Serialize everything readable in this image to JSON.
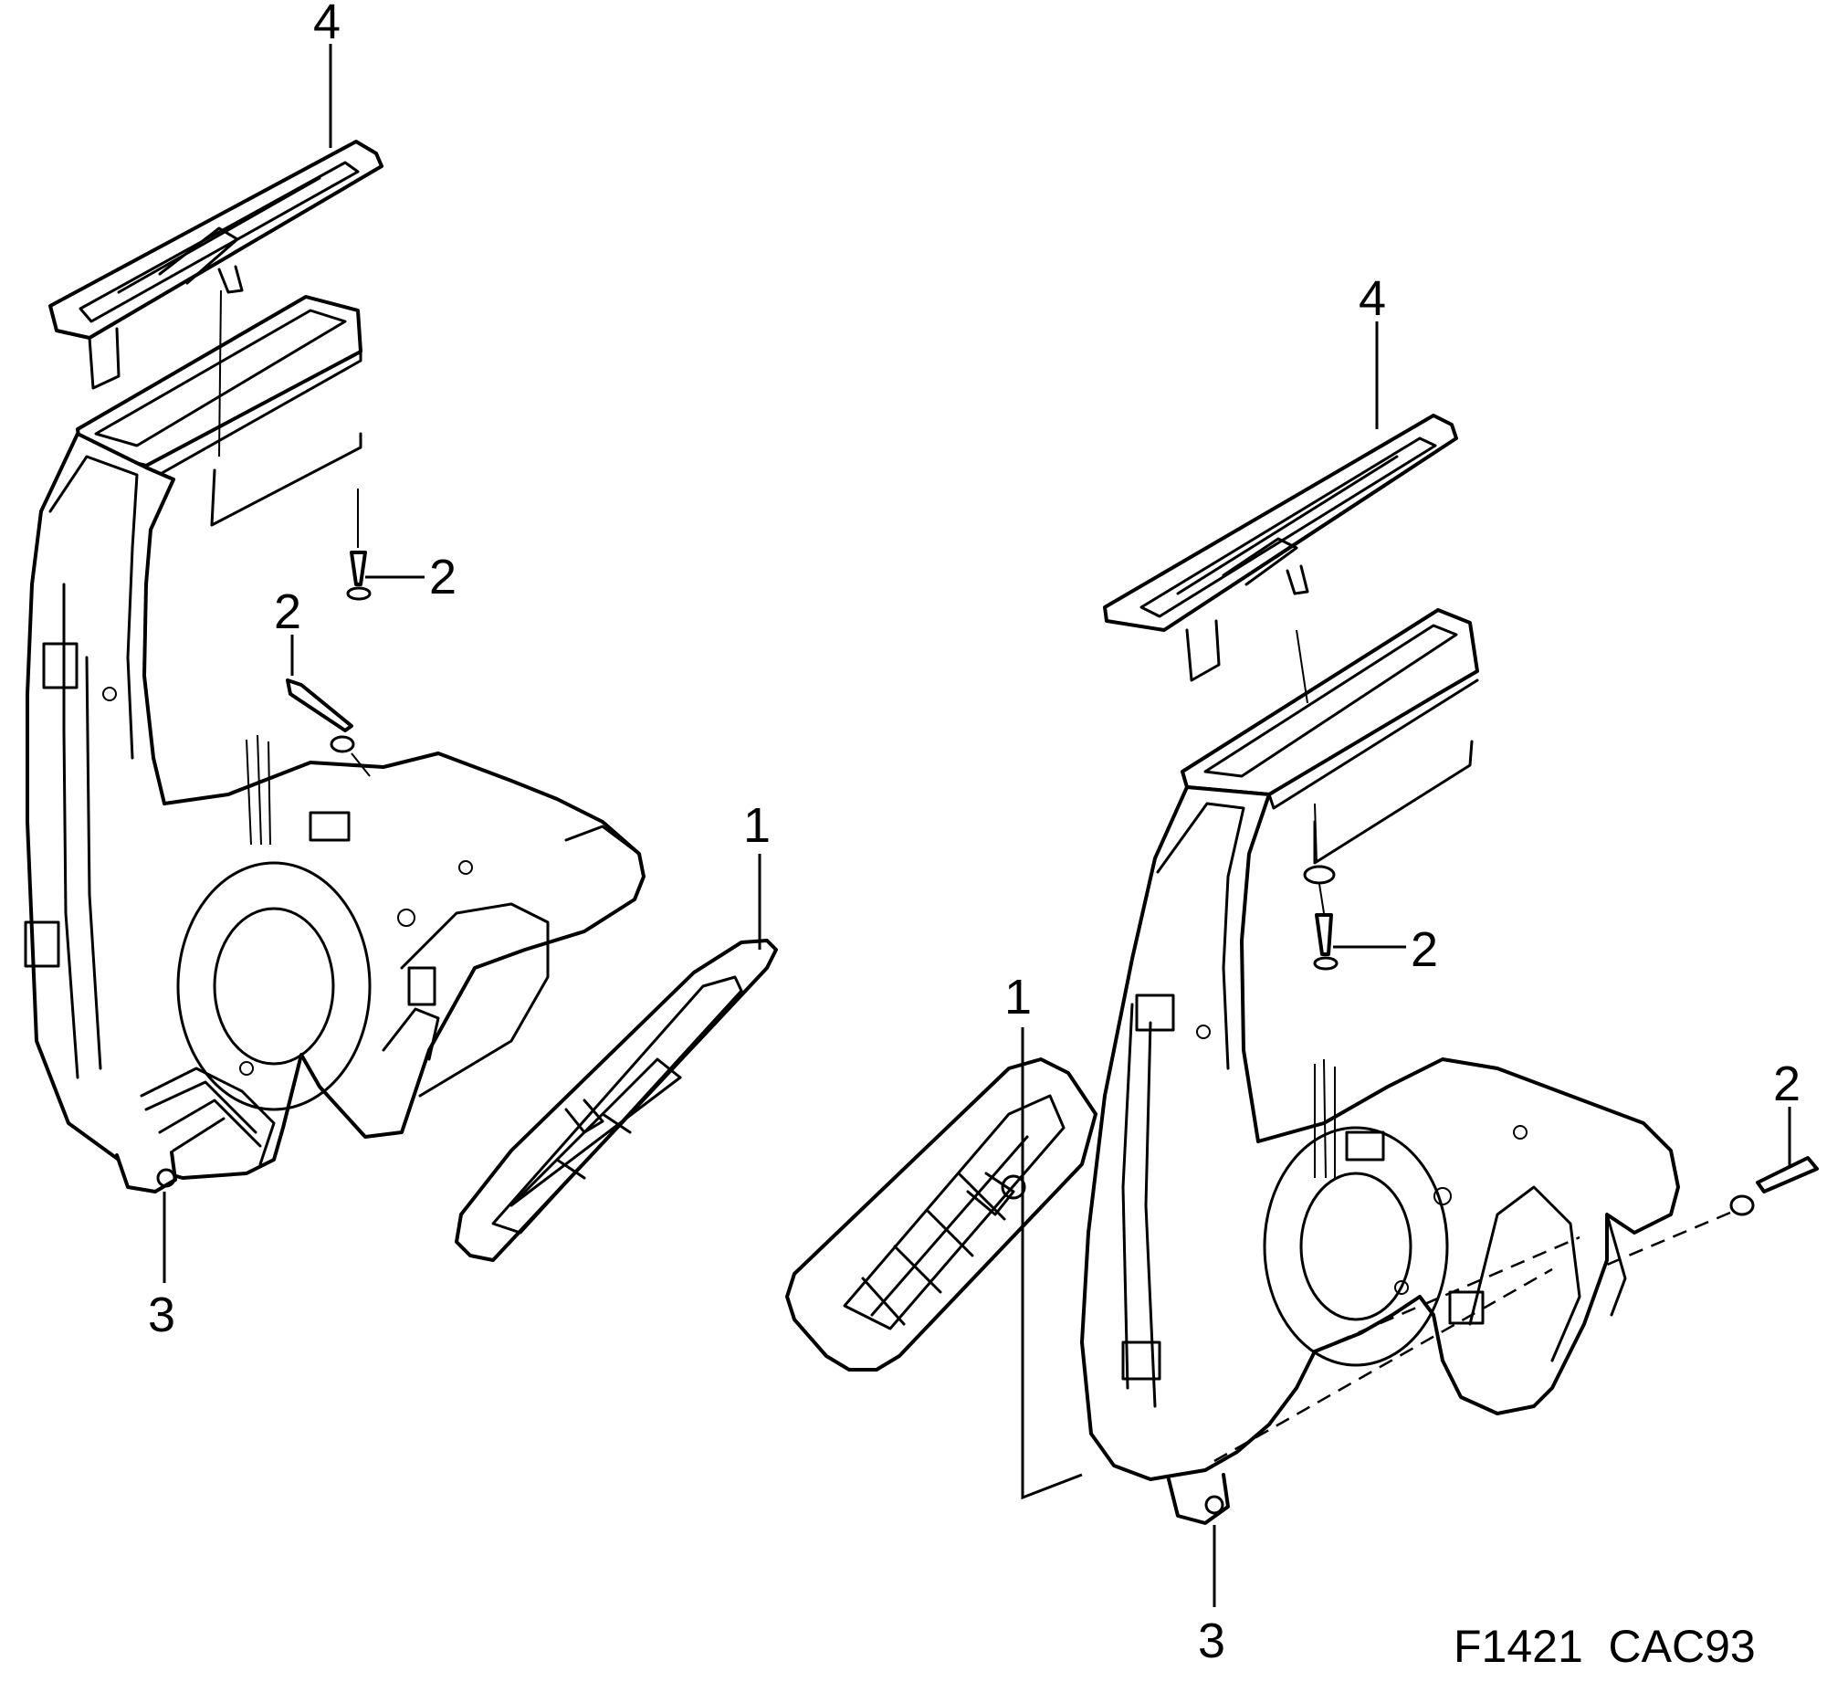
{
  "figure_code": "F1421  CAC93",
  "callouts": {
    "left_4": "4",
    "left_2_upper": "2",
    "left_2_middle": "2",
    "left_1": "1",
    "left_3": "3",
    "right_4": "4",
    "right_2_upper": "2",
    "right_2_side": "2",
    "right_1": "1",
    "right_3": "3"
  }
}
